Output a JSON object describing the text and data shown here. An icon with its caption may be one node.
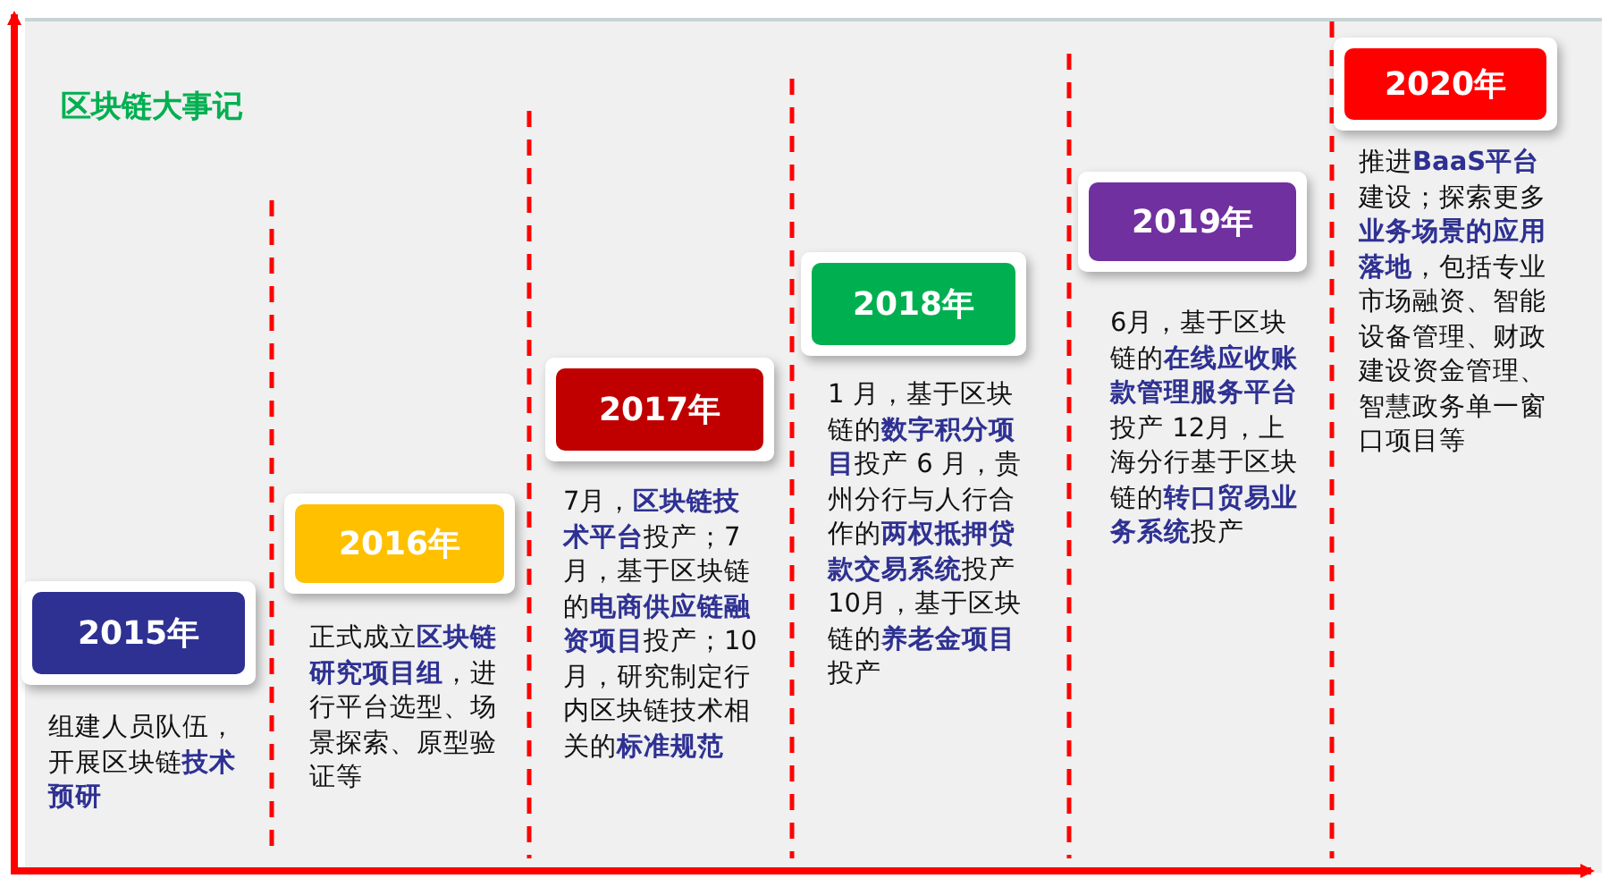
{
  "diagram": {
    "title": "区块链大事记",
    "nodes": [
      {
        "text": [
          "2015年"
        ],
        "beside": [
          "组建人员队伍，开展区块链**技术预研**"
        ]
      },
      {
        "text": [
          "2016年"
        ],
        "beside": [
          "正式成立**区块链研究项目组**，进行平台选型、场景探索、原型验证等"
        ]
      },
      {
        "text": [
          "2017年"
        ],
        "beside": [
          "7月，**区块链技术平台**投产；7月，基于区块链的**电商供应链融资项目**投产；10月，研究制定行内区块链技术相关的**标准规范**"
        ]
      },
      {
        "text": [
          "2018年"
        ],
        "beside": [
          "1 月，基于区块链的**数字积分项目**投产 6 月，贵州分行与人行合作的**两权抵押贷款交易系统**投产 10月，基于区块链的**养老金项目**投产"
        ]
      },
      {
        "text": [
          "2019年"
        ],
        "beside": [
          "6月，基于区块链的**在线应收账款管理服务平台**投产 12月，上海分行基于区块链的**转口贸易业务系统**投产"
        ]
      },
      {
        "text": [
          "2020年"
        ],
        "beside": [
          "推进**BaaS平台**建设；探索更多**业务场景的应用落地**，包括专业市场融资、智能设备管理、财政建设资金管理、智慧政务单一窗口项目等"
        ]
      }
    ],
    "edges": []
  }
}
